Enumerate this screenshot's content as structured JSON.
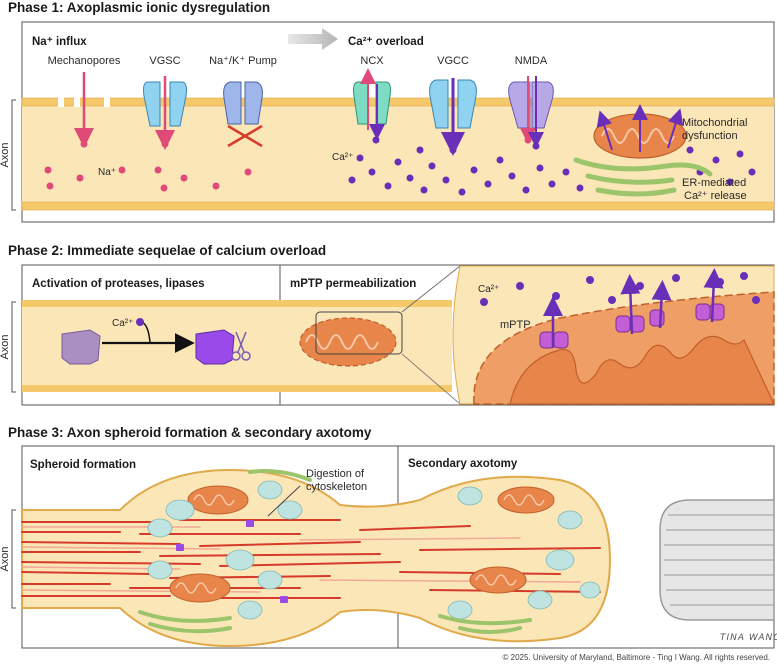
{
  "phase1": {
    "title": "Phase 1: Axoplasmic ionic dysregulation",
    "na_influx": "Na⁺ influx",
    "ca_overload": "Ca²⁺ overload",
    "labels": {
      "mechanopores": "Mechanopores",
      "vgsc": "VGSC",
      "pump": "Na⁺/K⁺ Pump",
      "ncx": "NCX",
      "vgcc": "VGCC",
      "nmda": "NMDA",
      "na_ion": "Na⁺",
      "ca_ion": "Ca²⁺",
      "mito_dys_1": "Mitochondrial",
      "mito_dys_2": "dysfunction",
      "er_1": "ER-mediated",
      "er_2": "Ca²⁺ release"
    }
  },
  "phase2": {
    "title": "Phase 2: Immediate sequelae of calcium overload",
    "protease": "Activation of proteases, lipases",
    "mptp_title": "mPTP permeabilization",
    "ca_ion": "Ca²⁺",
    "mptp": "mPTP"
  },
  "phase3": {
    "title": "Phase 3: Axon spheroid formation & secondary axotomy",
    "spheroid": "Spheroid formation",
    "axotomy": "Secondary axotomy",
    "digest_1": "Digestion of",
    "digest_2": "cytoskeleton"
  },
  "axon_label": "Axon",
  "signature": "TINA WANG",
  "credit": "© 2025. University of Maryland, Baltimore - Ting I Wang. All rights reserved.",
  "colors": {
    "axoplasm": "#fbe6b8",
    "membrane": "#f5c86a",
    "na": "#e04a78",
    "ca": "#6a2fb8",
    "mito": "#e8854a",
    "er": "#9cc46a",
    "filament": "#d63a2a",
    "vesicle": "#bfe3e0"
  }
}
